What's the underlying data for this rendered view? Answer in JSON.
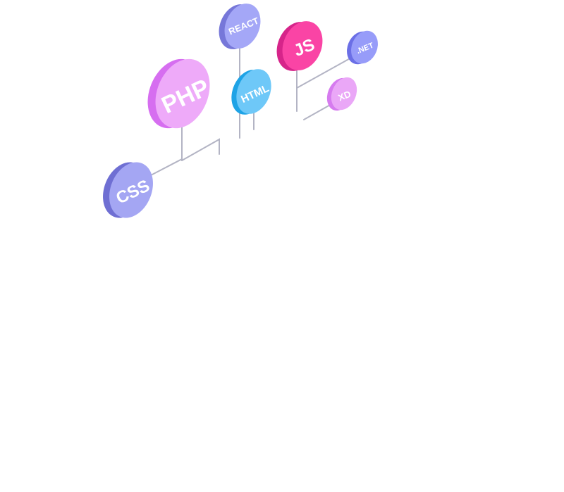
{
  "badges": {
    "php": {
      "label": "PHP",
      "face": "#eeaaf9",
      "side": "#d66ef0",
      "icon": "php-logo-icon"
    },
    "react": {
      "label": "REACT",
      "face": "#a4a7f7",
      "side": "#7677d9",
      "icon": "react-logo-icon"
    },
    "html": {
      "label": "HTML",
      "face": "#6ec8f8",
      "side": "#1ea3e6",
      "icon": "html-logo-icon"
    },
    "js": {
      "label": "JS",
      "face": "#fa44a5",
      "side": "#d6248a",
      "icon": "javascript-logo-icon"
    },
    "net": {
      "label": ".NET",
      "face": "#979cf9",
      "side": "#6b6fe6",
      "icon": "dotnet-logo-icon"
    },
    "xd": {
      "label": "XD",
      "face": "#eaa7f7",
      "side": "#d67bef",
      "icon": "adobe-xd-logo-icon"
    },
    "css": {
      "label": "CSS",
      "face": "#a4a6f3",
      "side": "#6f6fd3",
      "icon": "css-logo-icon"
    }
  },
  "colors": {
    "background": "#ffffff",
    "connector": "#b3b4c4"
  }
}
